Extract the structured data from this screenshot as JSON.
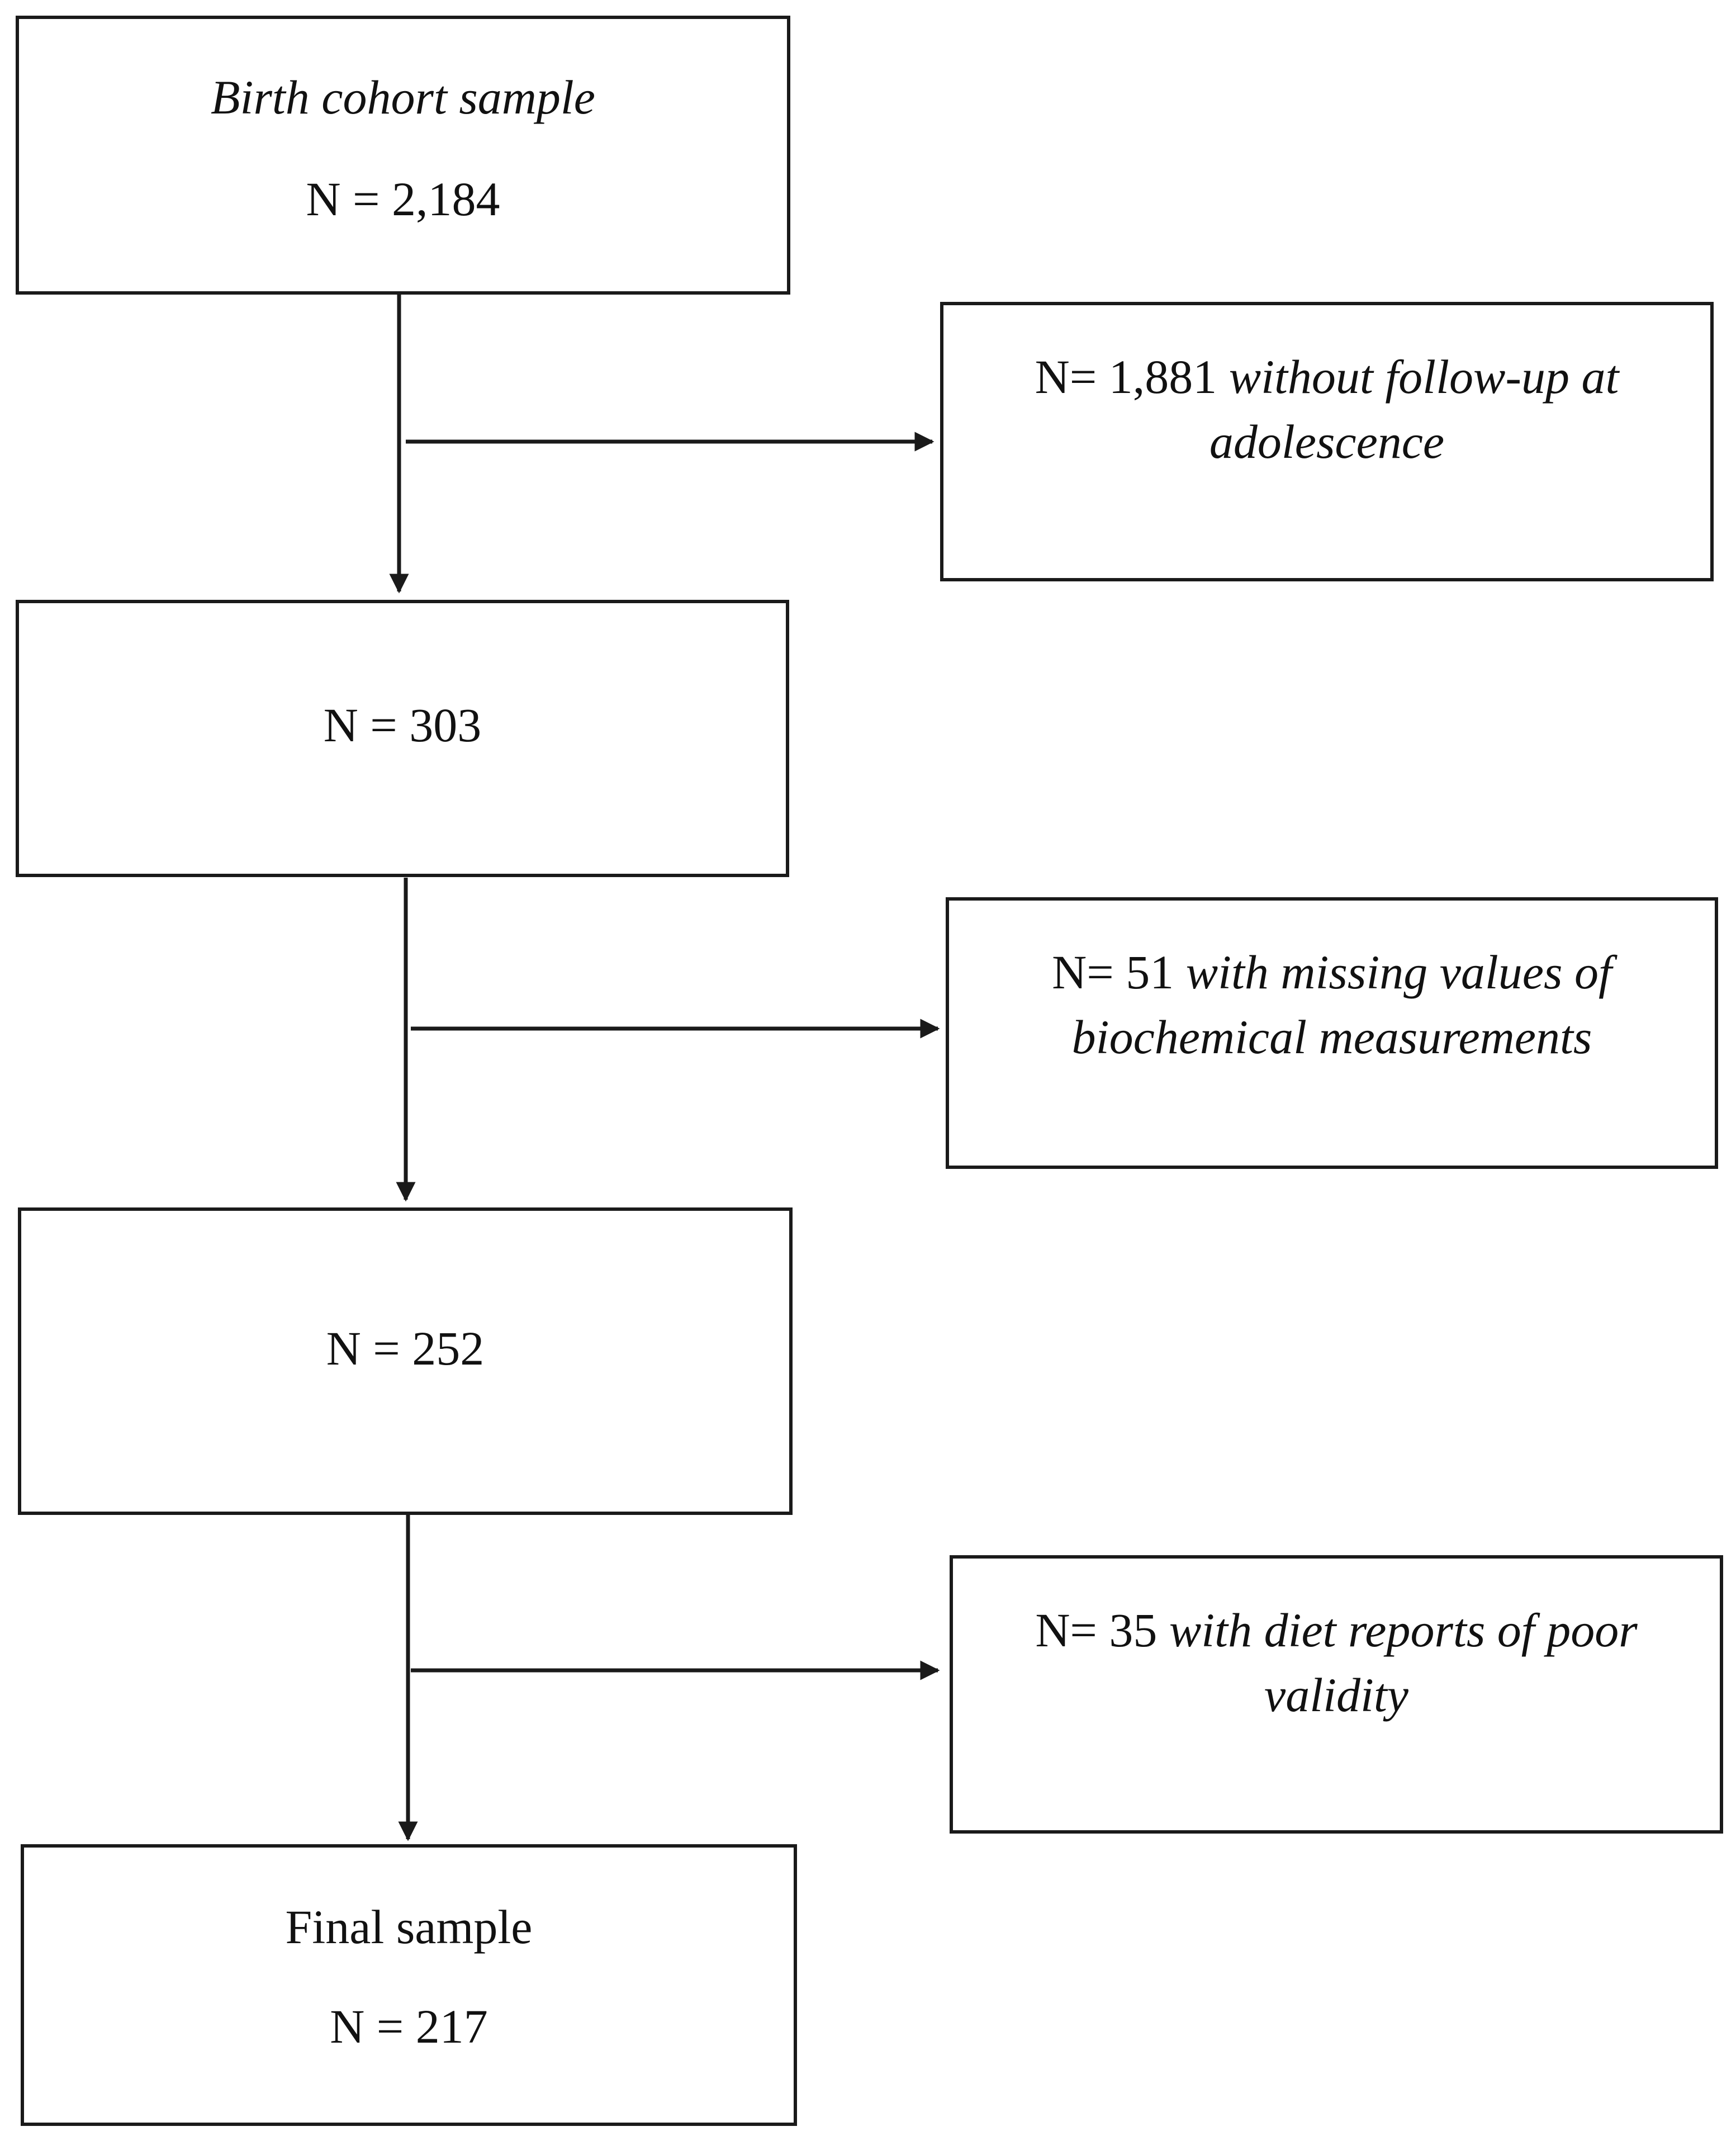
{
  "diagram": {
    "boxes": {
      "birth_cohort": {
        "label": "Birth cohort sample",
        "count": "N = 2,184"
      },
      "after_followup": {
        "count": "N = 303"
      },
      "after_biochem": {
        "count": "N = 252"
      },
      "final": {
        "label": "Final sample",
        "count": "N = 217"
      }
    },
    "exclusions": {
      "followup": {
        "count": "N= 1,881",
        "reason": "without follow-up at adolescence"
      },
      "biochem": {
        "count": "N= 51",
        "reason": "with missing values of biochemical measurements"
      },
      "diet": {
        "count": "N= 35",
        "reason": "with diet reports of poor validity"
      }
    }
  }
}
